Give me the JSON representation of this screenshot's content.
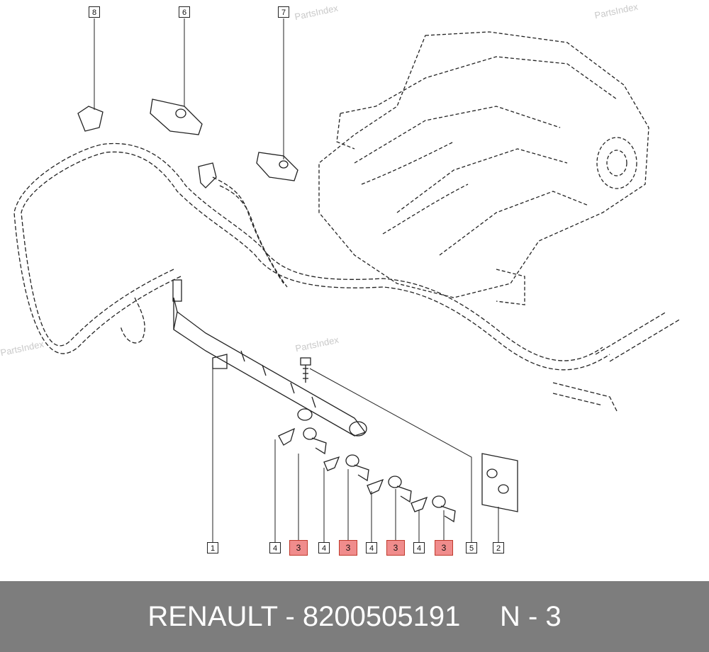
{
  "watermarks": [
    "PartsIndex",
    "PartsIndex",
    "PartsIndex",
    "PartsIndex"
  ],
  "callouts": {
    "c8": "8",
    "c6": "6",
    "c7": "7",
    "c1": "1",
    "c4a": "4",
    "c3a": "3",
    "c4b": "4",
    "c3b": "3",
    "c4c": "4",
    "c3c": "3",
    "c4d": "4",
    "c3d": "3",
    "c5": "5",
    "c2": "2"
  },
  "highlight_color": "#f08c8c",
  "footer": {
    "text": "RENAULT - 8200505191     N - 3"
  }
}
